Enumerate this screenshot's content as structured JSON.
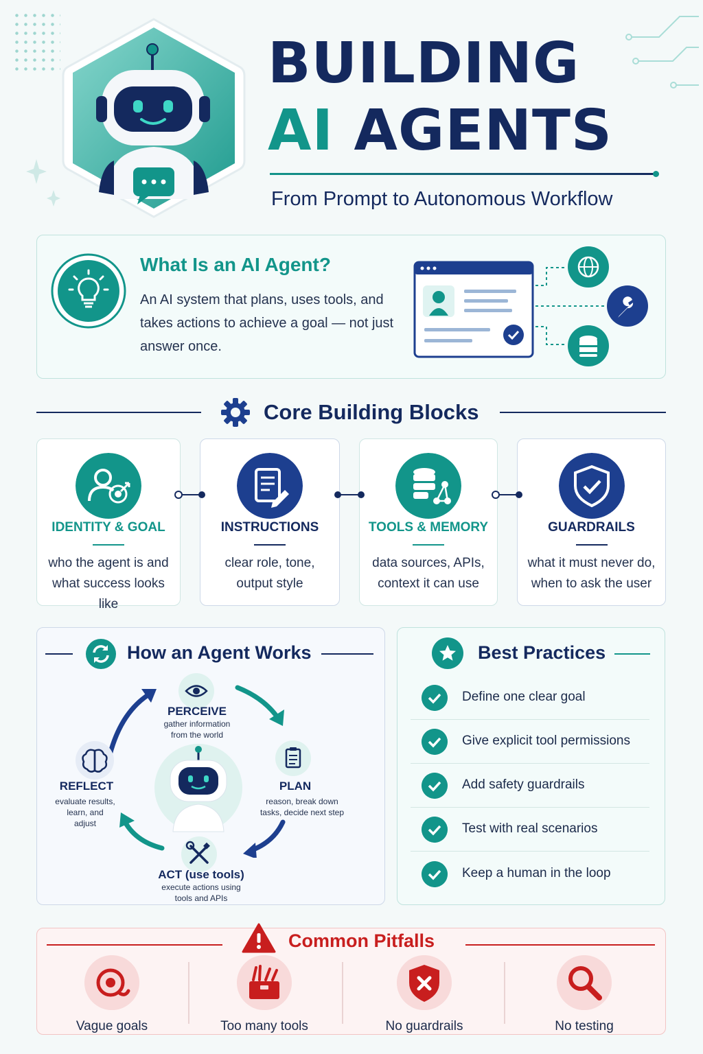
{
  "header": {
    "title_line1": "BUILDING",
    "title_ai": "AI",
    "title_agents": "AGENTS",
    "subtitle": "From Prompt to Autonomous Workflow"
  },
  "what_is": {
    "title": "What Is an AI Agent?",
    "description": "An AI system that plans, uses tools, and takes actions to achieve a goal — not just answer once."
  },
  "core": {
    "title": "Core Building Blocks",
    "blocks": [
      {
        "title": "IDENTITY & GOAL",
        "desc": "who the agent is and\nwhat success looks like"
      },
      {
        "title": "INSTRUCTIONS",
        "desc": "clear role, tone,\noutput style"
      },
      {
        "title": "TOOLS & MEMORY",
        "desc": "data sources, APIs,\ncontext it can use"
      },
      {
        "title": "GUARDRAILS",
        "desc": "what it must never do,\nwhen to ask the user"
      }
    ]
  },
  "how": {
    "title": "How an Agent Works",
    "steps": [
      {
        "title": "PERCEIVE",
        "desc": "gather information\nfrom the world"
      },
      {
        "title": "PLAN",
        "desc": "reason, break down\ntasks, decide next step"
      },
      {
        "title": "ACT (use tools)",
        "desc": "execute actions using\ntools and APIs"
      },
      {
        "title": "REFLECT",
        "desc": "evaluate results,\nlearn, and\nadjust"
      }
    ]
  },
  "best": {
    "title": "Best Practices",
    "items": [
      "Define one clear goal",
      "Give explicit tool permissions",
      "Add safety guardrails",
      "Test with real scenarios",
      "Keep a human in the loop"
    ]
  },
  "pitfalls": {
    "title": "Common Pitfalls",
    "items": [
      "Vague goals",
      "Too many tools",
      "No guardrails",
      "No testing"
    ]
  },
  "colors": {
    "navy": "#14295e",
    "teal": "#12958a",
    "red": "#c81e1e"
  }
}
